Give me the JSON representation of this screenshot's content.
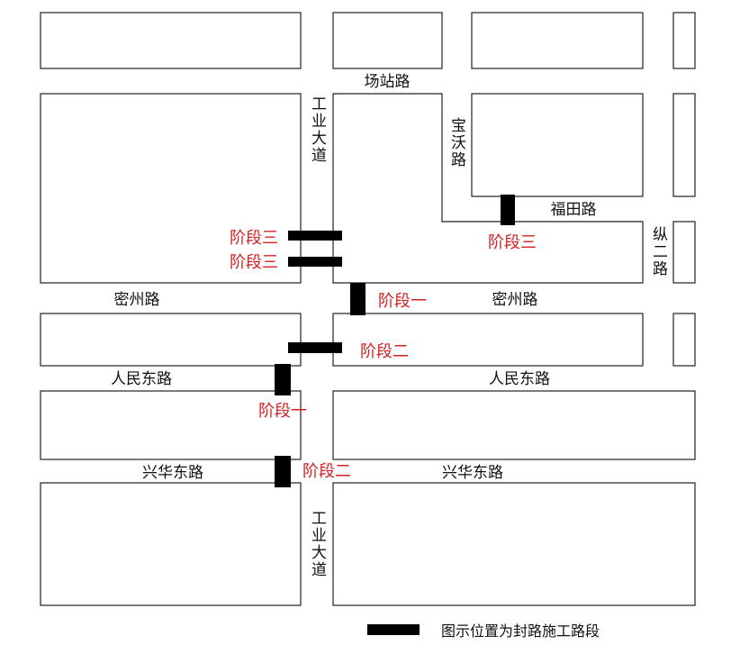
{
  "colors": {
    "block_stroke": "#222222",
    "closure_bar": "#000000",
    "stage_text": "#d42020",
    "road_text": "#111111"
  },
  "roads": {
    "changzhan": "场站路",
    "gongye_top": "工业大道",
    "gongye_bottom": "工业大道",
    "baowo": "宝沃路",
    "futian": "福田路",
    "zonger": "纵二路",
    "mizhou_left": "密州路",
    "mizhou_right": "密州路",
    "renmin_left": "人民东路",
    "renmin_right": "人民东路",
    "xinghua_left": "兴华东路",
    "xinghua_right": "兴华东路"
  },
  "stages": {
    "stage3_left_a": "阶段三",
    "stage3_left_b": "阶段三",
    "stage3_futian": "阶段三",
    "stage1_mizhou": "阶段一",
    "stage2_mid": "阶段二",
    "stage1_renmin": "阶段一",
    "stage2_xinghua": "阶段二"
  },
  "legend": {
    "text": "图示位置为封路施工路段"
  }
}
